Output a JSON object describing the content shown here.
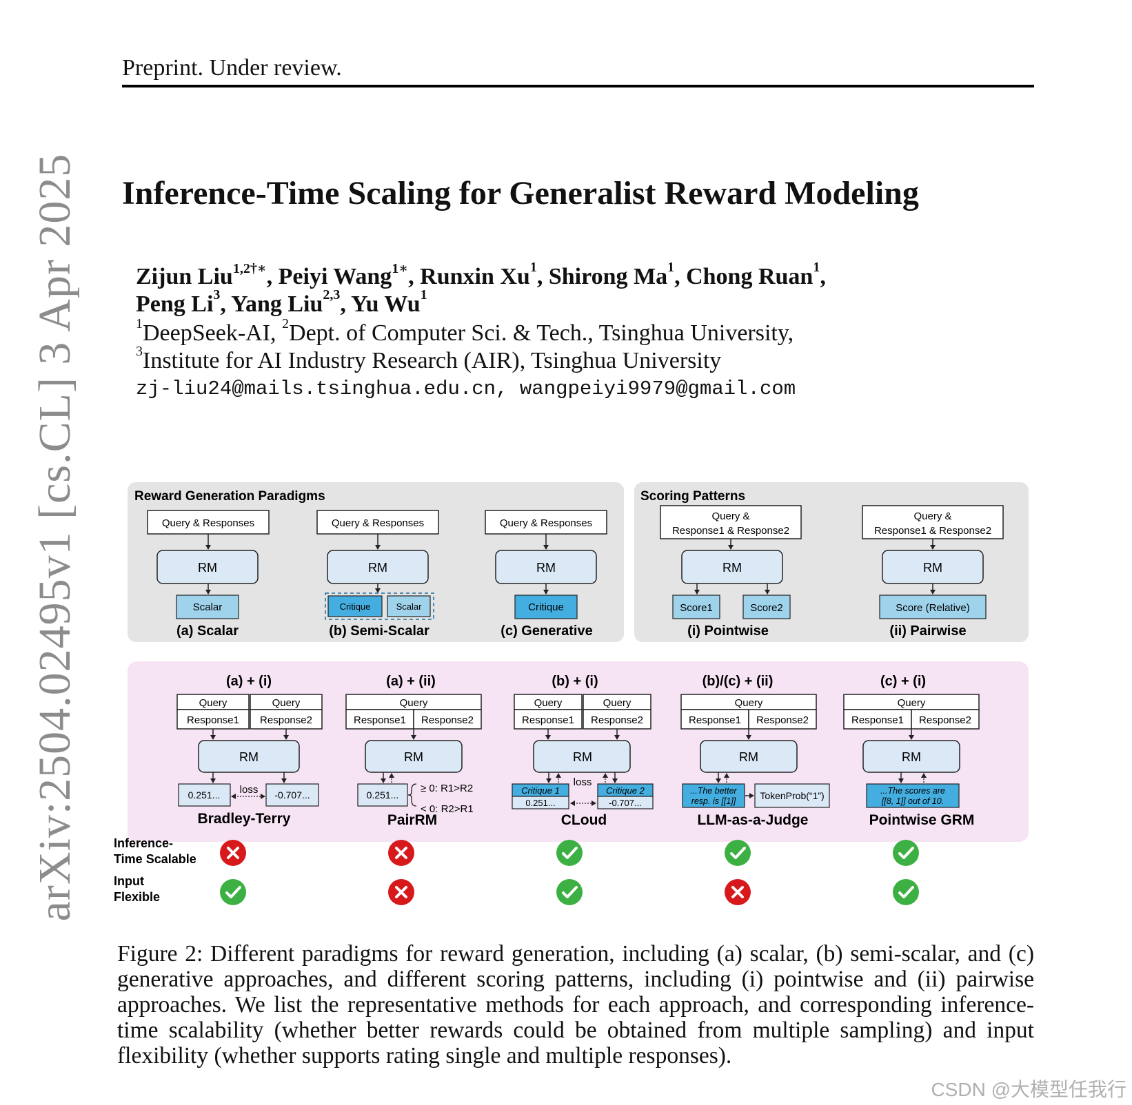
{
  "header": {
    "text": "Preprint. Under review."
  },
  "arxiv_id": "arXiv:2504.02495v1  [cs.CL]  3 Apr 2025",
  "title": "Inference-Time Scaling for Generalist Reward Modeling",
  "authors": {
    "line1": [
      {
        "name": "Zijun Liu",
        "sup": "1,2†∗"
      },
      {
        "name": "Peiyi Wang",
        "sup": "1∗"
      },
      {
        "name": "Runxin Xu",
        "sup": "1"
      },
      {
        "name": "Shirong Ma",
        "sup": "1"
      },
      {
        "name": "Chong Ruan",
        "sup": "1"
      }
    ],
    "line2": [
      {
        "name": "Peng Li",
        "sup": "3"
      },
      {
        "name": "Yang Liu",
        "sup": "2,3"
      },
      {
        "name": "Yu Wu",
        "sup": "1"
      }
    ]
  },
  "affiliations": {
    "line1": [
      {
        "sup": "1",
        "text": "DeepSeek-AI, "
      },
      {
        "sup": "2",
        "text": "Dept. of Computer Sci. & Tech., Tsinghua University,"
      }
    ],
    "line2": [
      {
        "sup": "3",
        "text": "Institute for AI Industry Research (AIR), Tsinghua University"
      }
    ]
  },
  "emails": "zj-liu24@mails.tsinghua.edu.cn, wangpeiyi9979@gmail.com",
  "figure": {
    "left_panel_title": "Reward Generation Paradigms",
    "right_panel_title": "Scoring Patterns",
    "query_responses": "Query & Responses",
    "query_amp": "Query &",
    "response1_response2": "Response1 & Response2",
    "rm": "RM",
    "scalar": "Scalar",
    "critique": "Critique",
    "score1": "Score1",
    "score2": "Score2",
    "score_relative": "Score (Relative)",
    "paradigm_labels": [
      "(a) Scalar",
      "(b) Semi-Scalar",
      "(c) Generative"
    ],
    "pattern_labels": [
      "(i) Pointwise",
      "(ii) Pairwise"
    ],
    "query": "Query",
    "response1": "Response1",
    "response2": "Response2",
    "loss": "loss",
    "val_pos": "0.251...",
    "val_neg": "-0.707...",
    "ge_label": "≥ 0: R1>R2",
    "lt_label": "< 0: R2>R1",
    "critique1": "Critique 1",
    "critique2": "Critique 2",
    "val_pos_short": "0.251...",
    "val_neg_short": "-0.707...",
    "judge_text_1": "...The better",
    "judge_text_2": "resp. is [[1]]",
    "tokenprob": "TokenProb(“1”)",
    "grm_text_1": "...The scores are",
    "grm_text_2": "[[8, 1]] out of 10.",
    "methods": [
      {
        "combo": "(a) + (i)",
        "name": "Bradley-Terry",
        "scalable": false,
        "flexible": true
      },
      {
        "combo": "(a) + (ii)",
        "name": "PairRM",
        "scalable": false,
        "flexible": false
      },
      {
        "combo": "(b) + (i)",
        "name": "CLoud",
        "scalable": true,
        "flexible": true
      },
      {
        "combo": "(b)/(c) + (ii)",
        "name": "LLM-as-a-Judge",
        "scalable": true,
        "flexible": false
      },
      {
        "combo": "(c) + (i)",
        "name": "Pointwise GRM",
        "scalable": true,
        "flexible": true
      }
    ],
    "row_label_scalable": [
      "Inference-",
      "Time Scalable"
    ],
    "row_label_flexible": [
      "Input",
      "Flexible"
    ],
    "colors": {
      "panel_gray": "#e4e4e4",
      "panel_pink": "#f6e3f3",
      "rm_fill": "#dbe8f6",
      "light_blue": "#9fd3ec",
      "mid_blue": "#45aee0",
      "red": "#d7191c",
      "green": "#3cb043"
    }
  },
  "caption": "Figure 2: Different paradigms for reward generation, including (a) scalar, (b) semi-scalar, and (c) generative approaches, and different scoring patterns, including (i) pointwise and (ii) pairwise approaches. We list the representative methods for each approach, and corresponding inference-time scalability (whether better rewards could be obtained from multiple sampling) and input flexibility (whether supports rating single and multiple responses).",
  "watermark": "CSDN @大模型任我行"
}
